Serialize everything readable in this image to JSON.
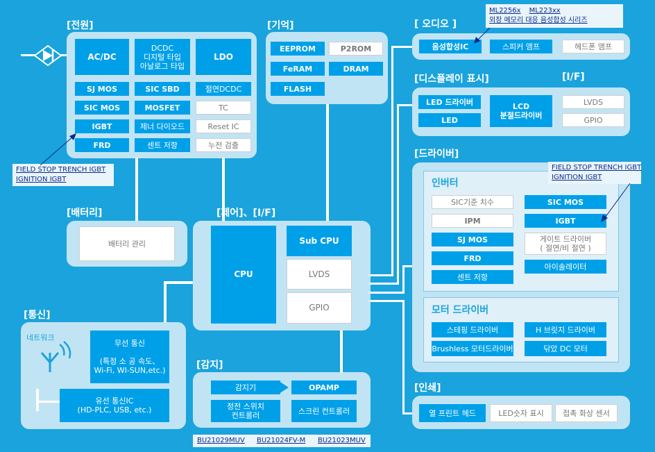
{
  "sections": {
    "power": "[전원]",
    "memory": "[기억]",
    "audio": "[ 오디오 ]",
    "display": "[디스플레이 표시]",
    "display_if": "[I/F]",
    "driver": "[드라이버]",
    "battery": "[배터리]",
    "control": "[제어]、[I/F]",
    "comm": "[통신]",
    "sensing": "[감지]",
    "print": "[인쇄]"
  },
  "subsections": {
    "inverter": "인버터",
    "motor_driver": "모터 드라이버"
  },
  "power": {
    "acdc": "AC/DC",
    "dcdc": "DCDC\n디지털 타입\n아날로그 타입",
    "ldo": "LDO",
    "sj_mos": "SJ MOS",
    "sic_sbd": "SIC SBD",
    "isolated_dcdc": "절연DCDC",
    "sic_mos": "SIC MOS",
    "mosfet": "MOSFET",
    "tc": "TC",
    "igbt": "IGBT",
    "zener": "제너 다이오드",
    "reset_ic": "Reset IC",
    "frd": "FRD",
    "shunt": "센트 저항",
    "leak": "누전 검출"
  },
  "memory": {
    "eeprom": "EEPROM",
    "p2rom": "P2ROM",
    "feram": "FeRAM",
    "dram": "DRAM",
    "flash": "FLASH"
  },
  "audio": {
    "synth": "음성합성IC",
    "speaker": "스피커 앰프",
    "headphone": "헤드폰 앰프",
    "note1": "ML2256x",
    "note2": "ML223xx",
    "note3": "외장 메모리 대응 음성합성 시리즈"
  },
  "display": {
    "led_driver": "LED 드라이버",
    "led": "LED",
    "lcd": "LCD\n분절드라이버",
    "lvds": "LVDS",
    "gpio": "GPIO"
  },
  "inverter": {
    "sic_std": "SIC기준 치수",
    "sic_mos": "SIC MOS",
    "ipm": "IPM",
    "igbt": "IGBT",
    "sj_mos": "SJ MOS",
    "gate": "게이트 드라이버\n( 절연/비 절연 )",
    "frd": "FRD",
    "shunt": "센트 저항",
    "isolator": "아이솔레이터"
  },
  "motor": {
    "stepping": "스테핑 드라이버",
    "hbridge": "H 브릿지 드라이버",
    "brushless": "Brushless 모터드라이버",
    "brushed_dc": "닦았 DC 모터"
  },
  "battery": {
    "mgmt": "배터리 관리"
  },
  "control": {
    "cpu": "CPU",
    "subcpu": "Sub CPU",
    "lvds": "LVDS",
    "gpio": "GPIO"
  },
  "comm": {
    "network": "네트워크",
    "wireless": "무선 통신\n\n(특정 소 공 속도、\nWi-Fi, WI-SUN,etc.)",
    "wired": "유선 통신IC\n(HD-PLC, USB, etc.)"
  },
  "sensing": {
    "sensor": "감지기",
    "opamp": "OPAMP",
    "cap_switch": "정전 스위치\n컨트롤러",
    "touch": "스크린 컨트롤러",
    "links": [
      "BU21029MUV",
      "BU21024FV-M",
      "BU21023MUV"
    ]
  },
  "print": {
    "thermal": "열 프린트 헤드",
    "led_display": "LED숫자 표시",
    "contact_sensor": "접촉 화상 센서"
  },
  "notes": {
    "left_igbt": [
      "FIELD STOP TRENCH IGBT",
      "IGNITION IGBT"
    ],
    "right_igbt": [
      "FIELD STOP TRENCH IGBT",
      "IGNITION IGBT"
    ]
  },
  "colors": {
    "background": "#1aa3dc",
    "block": "#00a0e9",
    "panel": "#cfe8f5",
    "note_text": "#0a2a8a"
  }
}
